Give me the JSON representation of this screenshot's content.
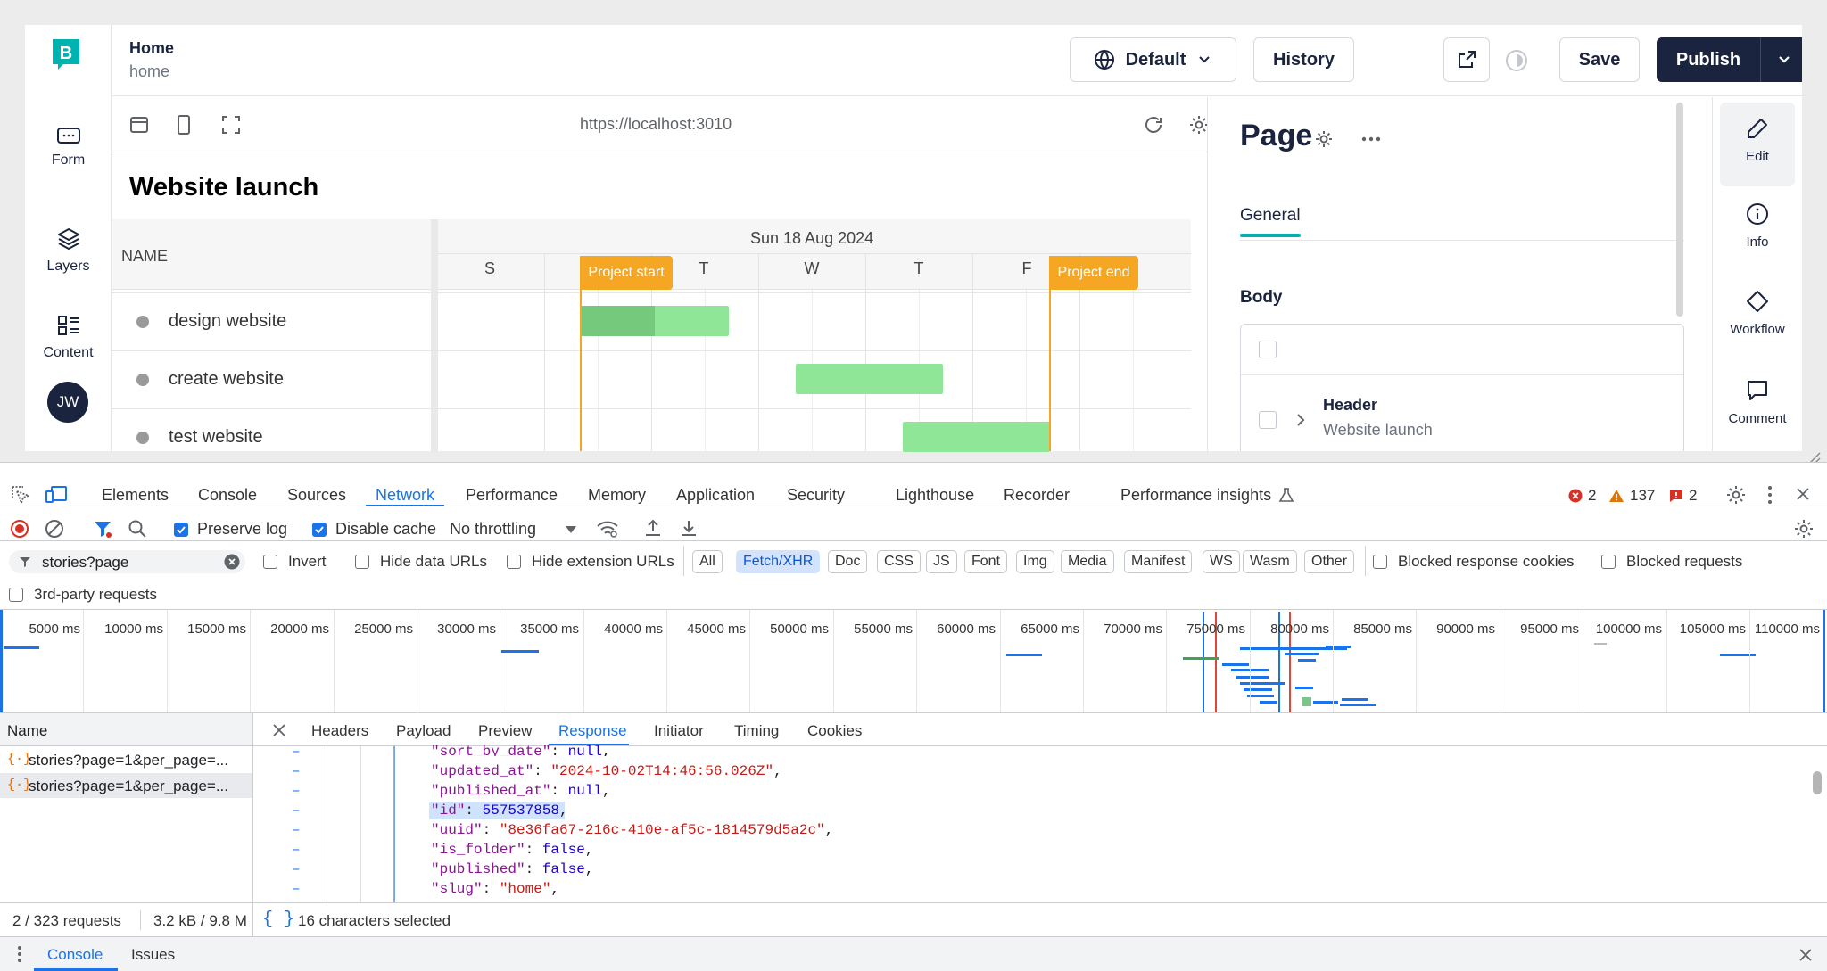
{
  "app": {
    "leftnav": [
      {
        "label": "Form",
        "icon": "form-icon"
      },
      {
        "label": "Layers",
        "icon": "layers-icon"
      },
      {
        "label": "Content",
        "icon": "content-icon"
      }
    ],
    "avatar": "JW",
    "page_title": "Home",
    "page_slug": "home",
    "language_selector": "Default",
    "history_button": "History",
    "save_button": "Save",
    "publish_button": "Publish",
    "preview_url": "https://localhost:3010",
    "preview": {
      "heading": "Website launch",
      "name_header": "NAME",
      "date_label": "Sun 18 Aug 2024",
      "days": [
        "S",
        "T",
        "W",
        "T",
        "F"
      ],
      "marker_start": "Project start",
      "marker_end": "Project end",
      "tasks": [
        "design website",
        "create website",
        "test website"
      ]
    },
    "panel": {
      "title": "Page",
      "tab_general": "General",
      "body_label": "Body",
      "header_block_title": "Header",
      "header_block_subtitle": "Website launch"
    },
    "rightrail": [
      {
        "label": "Edit",
        "icon": "pencil-icon"
      },
      {
        "label": "Info",
        "icon": "info-icon"
      },
      {
        "label": "Workflow",
        "icon": "workflow-icon"
      },
      {
        "label": "Comment",
        "icon": "comment-icon"
      }
    ]
  },
  "devtools": {
    "tabs": [
      "Elements",
      "Console",
      "Sources",
      "Network",
      "Performance",
      "Memory",
      "Application",
      "Security",
      "Lighthouse",
      "Recorder",
      "Performance insights"
    ],
    "active_tab": "Network",
    "errors": "2",
    "warnings": "137",
    "issues": "2",
    "toolbar": {
      "preserve_log": "Preserve log",
      "disable_cache": "Disable cache",
      "throttling": "No throttling"
    },
    "filter": {
      "value": "stories?page",
      "invert": "Invert",
      "hide_data_urls": "Hide data URLs",
      "hide_extension_urls": "Hide extension URLs",
      "types": [
        "All",
        "Fetch/XHR",
        "Doc",
        "CSS",
        "JS",
        "Font",
        "Img",
        "Media",
        "Manifest",
        "WS",
        "Wasm",
        "Other"
      ],
      "active_type": "Fetch/XHR",
      "blocked_response_cookies": "Blocked response cookies",
      "blocked_requests": "Blocked requests",
      "third_party": "3rd-party requests"
    },
    "timeline_ticks": [
      "5000 ms",
      "10000 ms",
      "15000 ms",
      "20000 ms",
      "25000 ms",
      "30000 ms",
      "35000 ms",
      "40000 ms",
      "45000 ms",
      "50000 ms",
      "55000 ms",
      "60000 ms",
      "65000 ms",
      "70000 ms",
      "75000 ms",
      "80000 ms",
      "85000 ms",
      "90000 ms",
      "95000 ms",
      "100000 ms",
      "105000 ms",
      "110000 ms"
    ],
    "requests_header": "Name",
    "requests": [
      "stories?page=1&per_page=...",
      "stories?page=1&per_page=..."
    ],
    "detail_tabs": [
      "Headers",
      "Payload",
      "Preview",
      "Response",
      "Initiator",
      "Timing",
      "Cookies"
    ],
    "active_detail_tab": "Response",
    "response_lines": [
      {
        "key": "\"sort_by_date\"",
        "value": "null",
        "kind": "n"
      },
      {
        "key": "\"updated_at\"",
        "value": "\"2024-10-02T14:46:56.026Z\"",
        "kind": "s"
      },
      {
        "key": "\"published_at\"",
        "value": "null",
        "kind": "n"
      },
      {
        "key": "\"id\"",
        "value": "557537858",
        "kind": "n"
      },
      {
        "key": "\"uuid\"",
        "value": "\"8e36fa67-216c-410e-af5c-1814579d5a2c\"",
        "kind": "s"
      },
      {
        "key": "\"is_folder\"",
        "value": "false",
        "kind": "n"
      },
      {
        "key": "\"published\"",
        "value": "false",
        "kind": "n"
      },
      {
        "key": "\"slug\"",
        "value": "\"home\"",
        "kind": "s"
      }
    ],
    "status": {
      "requests": "2 / 323 requests",
      "size": "3.2 kB / 9.8 M",
      "selection": "16 characters selected"
    },
    "drawer_tabs": [
      "Console",
      "Issues"
    ]
  }
}
